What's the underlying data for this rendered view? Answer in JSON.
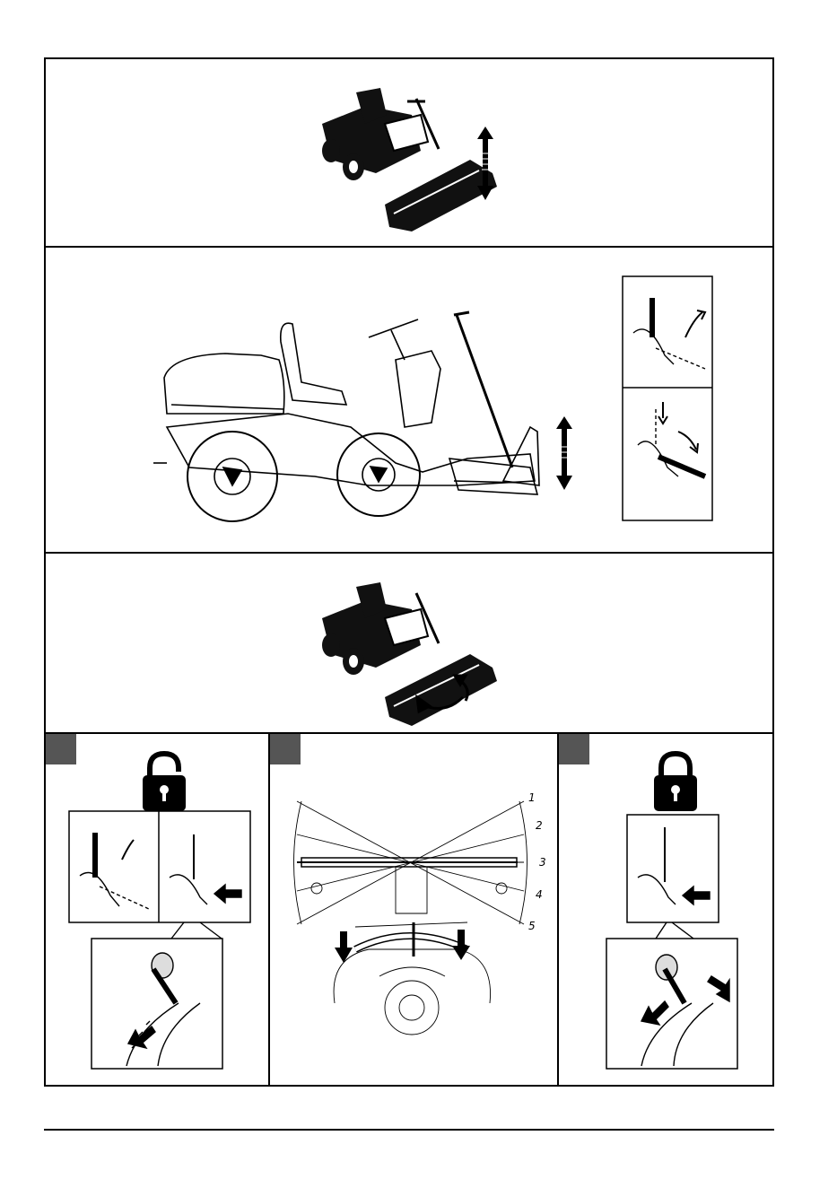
{
  "figure": {
    "panels": [
      {
        "name": "snowplow-raise-lower-overview",
        "icon": "up-down-arrow-icon"
      },
      {
        "name": "snowplow-mounted-side-view",
        "icon": "up-down-arrow-icon"
      },
      {
        "name": "snowplow-angle-overview",
        "icon": "rotate-arrow-icon"
      }
    ],
    "steps": [
      {
        "name": "unlock-step",
        "icon": "padlock-open-icon"
      },
      {
        "name": "angle-positions-step",
        "angle_labels": [
          "1",
          "2",
          "3",
          "4",
          "5"
        ]
      },
      {
        "name": "lock-step",
        "icon": "padlock-closed-icon"
      }
    ]
  },
  "colors": {
    "ink": "#000000",
    "tab": "#555555",
    "paper": "#ffffff"
  }
}
